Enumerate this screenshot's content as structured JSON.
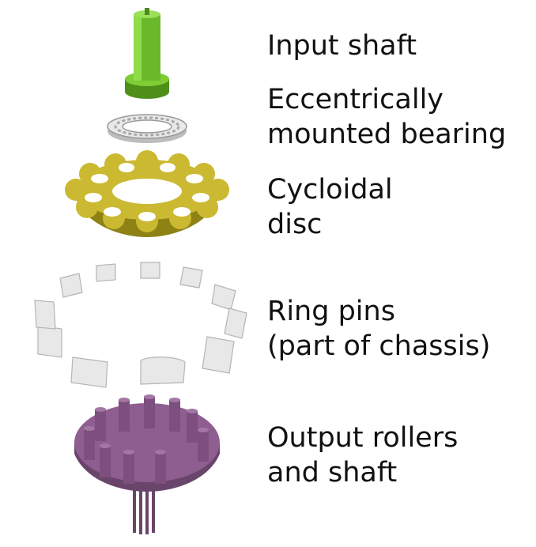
{
  "labels": {
    "input_shaft": [
      "Input shaft"
    ],
    "bearing": [
      "Eccentrically",
      "mounted bearing"
    ],
    "disc": [
      "Cycloidal",
      "disc"
    ],
    "ring_pins": [
      "Ring pins",
      "(part of chassis)"
    ],
    "output": [
      "Output rollers",
      "and shaft"
    ]
  },
  "colors": {
    "input_shaft": "#79c832",
    "bearing": "#e7e7e7",
    "disc": "#c8b72b",
    "ring_pins": "#e9e9e9",
    "output": "#8a5b8b"
  }
}
